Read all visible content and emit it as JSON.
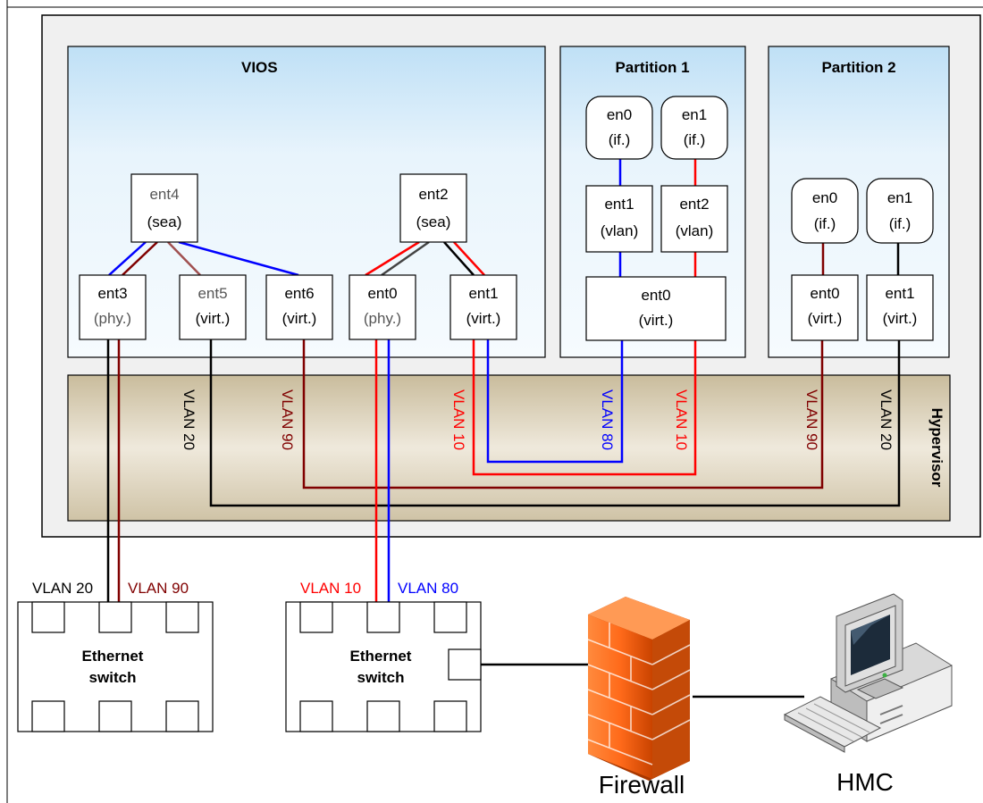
{
  "panels": {
    "vios": "VIOS",
    "partition1": "Partition 1",
    "partition2": "Partition 2",
    "hypervisor": "Hypervisor"
  },
  "vios": {
    "ent4": [
      "ent4",
      "(sea)"
    ],
    "ent2": [
      "ent2",
      "(sea)"
    ],
    "ent3": [
      "ent3",
      "(phy.)"
    ],
    "ent5": [
      "ent5",
      "(virt.)"
    ],
    "ent6": [
      "ent6",
      "(virt.)"
    ],
    "ent0": [
      "ent0",
      "(phy.)"
    ],
    "ent1": [
      "ent1",
      "(virt.)"
    ]
  },
  "partition1": {
    "en0": [
      "en0",
      "(if.)"
    ],
    "en1": [
      "en1",
      "(if.)"
    ],
    "ent1": [
      "ent1",
      "(vlan)"
    ],
    "ent2": [
      "ent2",
      "(vlan)"
    ],
    "ent0": [
      "ent0",
      "(virt.)"
    ]
  },
  "partition2": {
    "en0": [
      "en0",
      "(if.)"
    ],
    "en1": [
      "en1",
      "(if.)"
    ],
    "ent0": [
      "ent0",
      "(virt.)"
    ],
    "ent1": [
      "ent1",
      "(virt.)"
    ]
  },
  "hypervisor_vlans": [
    "VLAN 20",
    "VLAN 90",
    "VLAN 10",
    "VLAN 80",
    "VLAN 10",
    "VLAN 90",
    "VLAN 20"
  ],
  "switch_vlans": [
    "VLAN 20",
    "VLAN 90",
    "VLAN 10",
    "VLAN 80"
  ],
  "switch_label": [
    "Ethernet",
    "switch"
  ],
  "firewall_label": "Firewall",
  "hmc_label": "HMC",
  "colors": {
    "vlan10": "#ff0000",
    "vlan20": "#000000",
    "vlan80": "#0000ff",
    "vlan90": "#800000",
    "partition_fill": "#cfe8f8",
    "hypervisor_fill": "#d8ceb4",
    "outer_fill": "#f0f0f0"
  }
}
